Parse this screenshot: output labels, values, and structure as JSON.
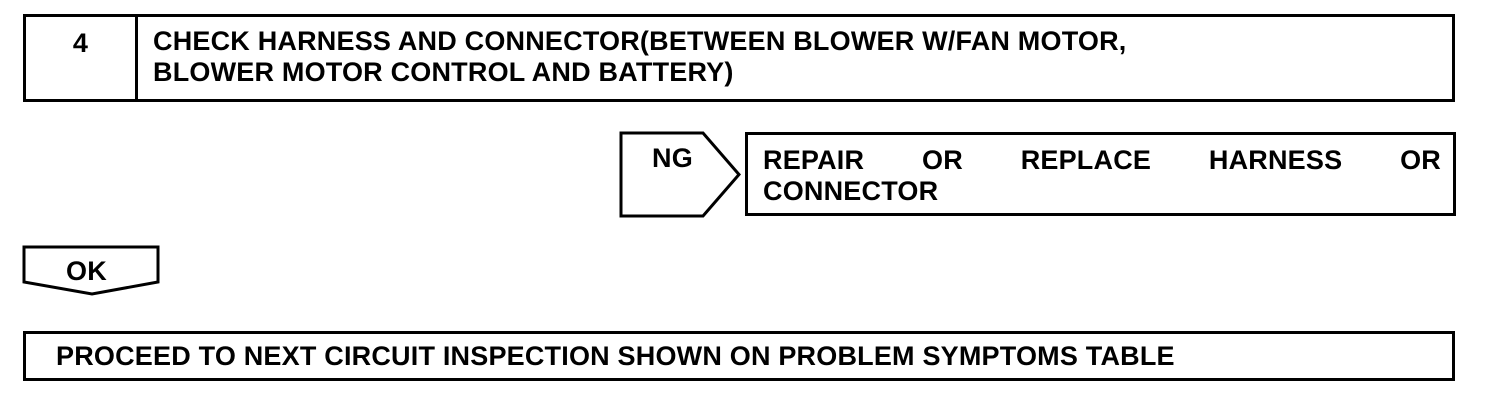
{
  "step": {
    "number": "4",
    "title_line1": "CHECK HARNESS AND CONNECTOR(BETWEEN BLOWER W/FAN MOTOR,",
    "title_line2": "BLOWER MOTOR CONTROL AND BATTERY)"
  },
  "ng_branch": {
    "label": "NG",
    "action_words_line1": [
      "REPAIR",
      "OR",
      "REPLACE",
      "HARNESS",
      "OR"
    ],
    "action_line2": "CONNECTOR"
  },
  "ok_branch": {
    "label": "OK"
  },
  "final_action": {
    "text": "PROCEED TO NEXT CIRCUIT INSPECTION SHOWN ON PROBLEM SYMPTOMS TABLE"
  }
}
